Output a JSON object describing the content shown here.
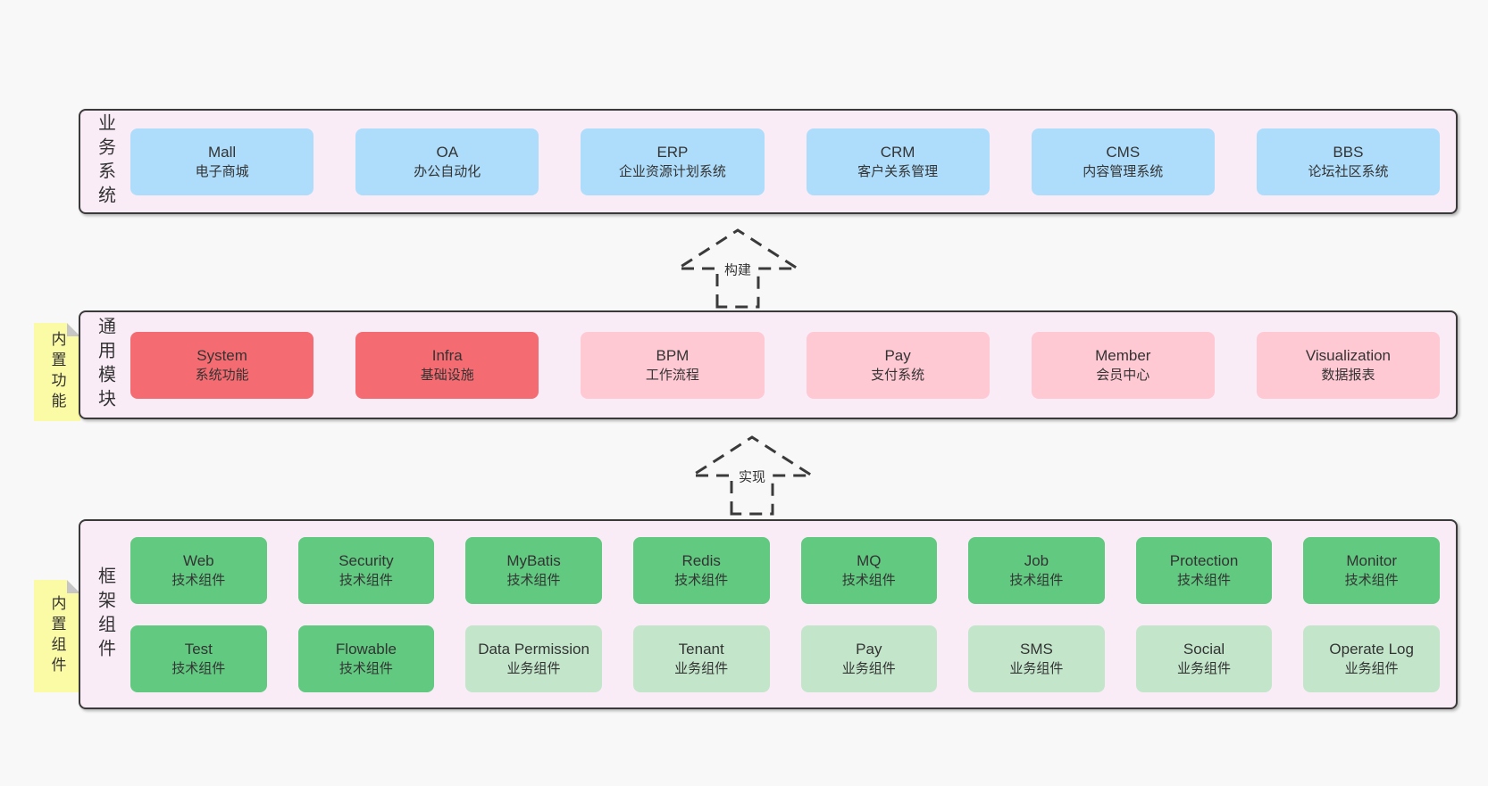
{
  "colors": {
    "page_bg": "#f8f8f8",
    "container_bg": "#f9ecf6",
    "container_border": "#3a3a3a",
    "text": "#333333",
    "blue": "#aeddfb",
    "red": "#f46c71",
    "pink": "#ffc9d4",
    "green_dark": "#61c980",
    "green_light": "#c3e6cb",
    "note_bg": "#fbfaa5",
    "note_fold": "#c6c6c6"
  },
  "layers": {
    "business": {
      "label": "业务系统",
      "boxes": [
        {
          "name": "Mall",
          "desc": "电子商城",
          "variant": "blue"
        },
        {
          "name": "OA",
          "desc": "办公自动化",
          "variant": "blue"
        },
        {
          "name": "ERP",
          "desc": "企业资源计划系统",
          "variant": "blue"
        },
        {
          "name": "CRM",
          "desc": "客户关系管理",
          "variant": "blue"
        },
        {
          "name": "CMS",
          "desc": "内容管理系统",
          "variant": "blue"
        },
        {
          "name": "BBS",
          "desc": "论坛社区系统",
          "variant": "blue"
        }
      ]
    },
    "modules": {
      "label": "通用模块",
      "note": "内置功能",
      "boxes": [
        {
          "name": "System",
          "desc": "系统功能",
          "variant": "red"
        },
        {
          "name": "Infra",
          "desc": "基础设施",
          "variant": "red"
        },
        {
          "name": "BPM",
          "desc": "工作流程",
          "variant": "pink"
        },
        {
          "name": "Pay",
          "desc": "支付系统",
          "variant": "pink"
        },
        {
          "name": "Member",
          "desc": "会员中心",
          "variant": "pink"
        },
        {
          "name": "Visualization",
          "desc": "数据报表",
          "variant": "pink"
        }
      ]
    },
    "framework": {
      "label": "框架组件",
      "note": "内置组件",
      "rows": [
        [
          {
            "name": "Web",
            "desc": "技术组件",
            "variant": "green-dark"
          },
          {
            "name": "Security",
            "desc": "技术组件",
            "variant": "green-dark"
          },
          {
            "name": "MyBatis",
            "desc": "技术组件",
            "variant": "green-dark"
          },
          {
            "name": "Redis",
            "desc": "技术组件",
            "variant": "green-dark"
          },
          {
            "name": "MQ",
            "desc": "技术组件",
            "variant": "green-dark"
          },
          {
            "name": "Job",
            "desc": "技术组件",
            "variant": "green-dark"
          },
          {
            "name": "Protection",
            "desc": "技术组件",
            "variant": "green-dark"
          },
          {
            "name": "Monitor",
            "desc": "技术组件",
            "variant": "green-dark"
          }
        ],
        [
          {
            "name": "Test",
            "desc": "技术组件",
            "variant": "green-dark"
          },
          {
            "name": "Flowable",
            "desc": "技术组件",
            "variant": "green-dark"
          },
          {
            "name": "Data Permission",
            "desc": "业务组件",
            "variant": "green-light"
          },
          {
            "name": "Tenant",
            "desc": "业务组件",
            "variant": "green-light"
          },
          {
            "name": "Pay",
            "desc": "业务组件",
            "variant": "green-light"
          },
          {
            "name": "SMS",
            "desc": "业务组件",
            "variant": "green-light"
          },
          {
            "name": "Social",
            "desc": "业务组件",
            "variant": "green-light"
          },
          {
            "name": "Operate Log",
            "desc": "业务组件",
            "variant": "green-light"
          }
        ]
      ]
    }
  },
  "arrows": {
    "build": {
      "label": "构建"
    },
    "implement": {
      "label": "实现"
    }
  }
}
